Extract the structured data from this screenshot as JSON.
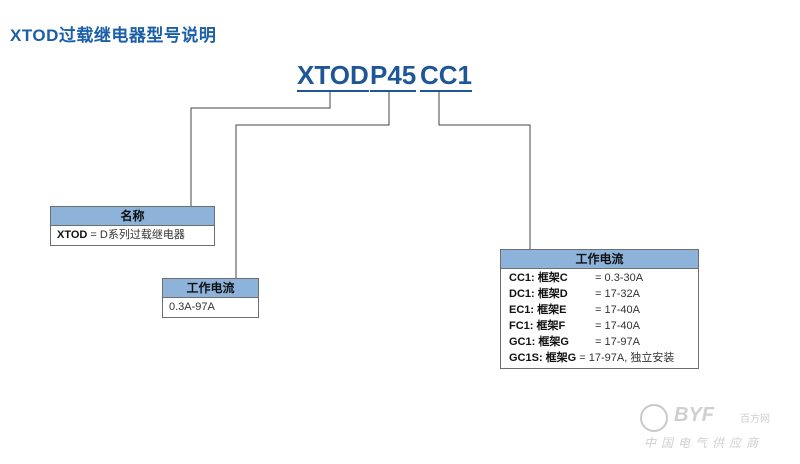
{
  "title": "XTOD过载继电器型号说明",
  "model_code": {
    "part1": "XTOD",
    "part2": "P45",
    "part3": "CC1"
  },
  "name_box": {
    "header": "名称",
    "key": "XTOD",
    "value": " = D系列过载继电器"
  },
  "current_box": {
    "header": "工作电流",
    "value": "0.3A-97A"
  },
  "frame_box": {
    "header": "工作电流",
    "rows": [
      {
        "key": "CC1: 框架C",
        "value": " = 0.3-30A"
      },
      {
        "key": "DC1: 框架D",
        "value": " = 17-32A"
      },
      {
        "key": "EC1: 框架E",
        "value": " = 17-40A"
      },
      {
        "key": "FC1: 框架F",
        "value": " = 17-40A"
      },
      {
        "key": "GC1: 框架G",
        "value": " = 17-97A"
      },
      {
        "key": "GC1S: 框架G",
        "value": " = 17-97A, 独立安装"
      }
    ]
  },
  "watermark": {
    "brand": "BYF",
    "sub": "百方网",
    "bottom": "中国电气供应商"
  },
  "colors": {
    "title": "#1b5fa8",
    "code": "#1f5796",
    "box_header": "#8db3db"
  }
}
